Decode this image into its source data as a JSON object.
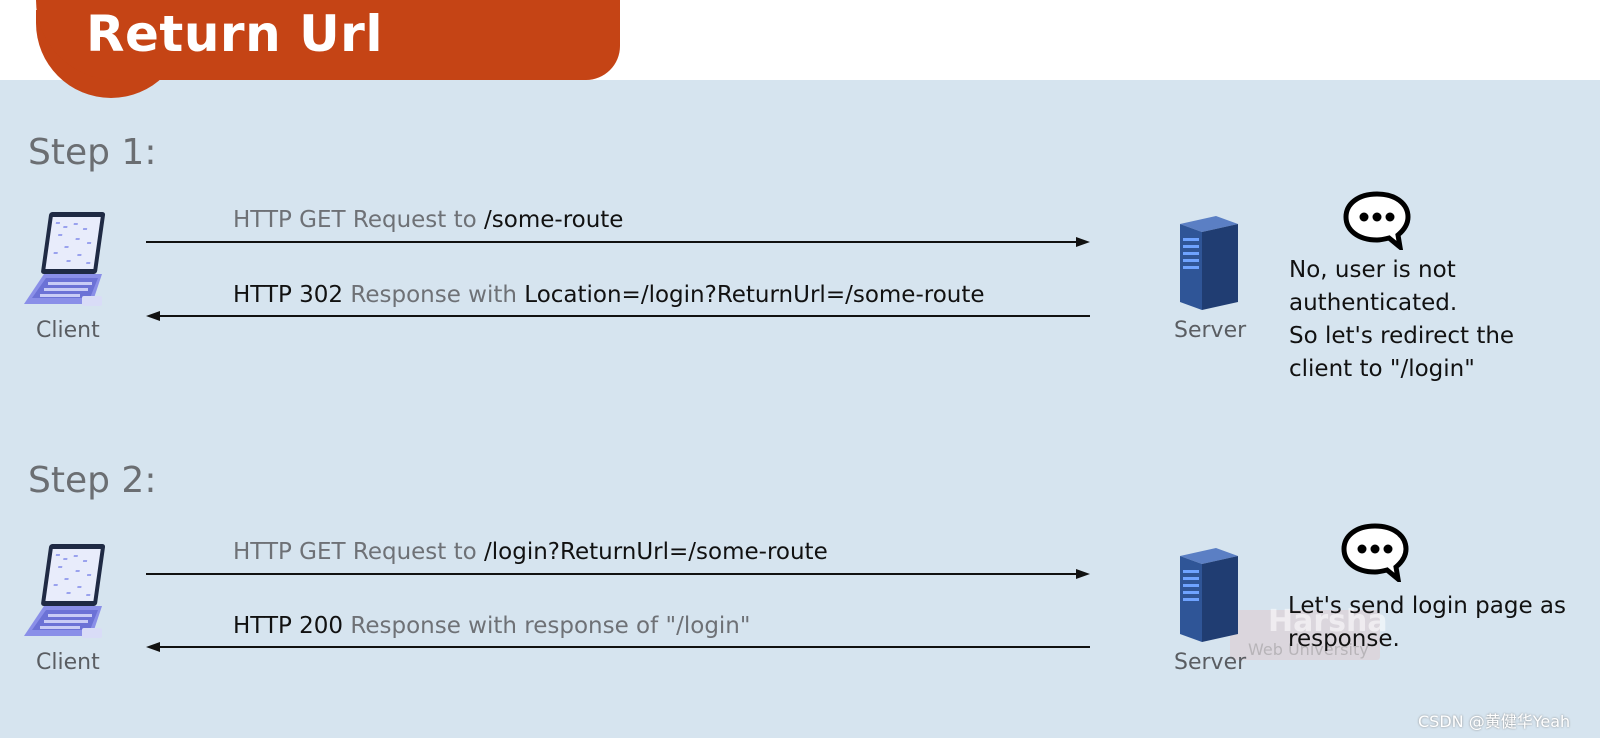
{
  "title": "Return Url",
  "steps": [
    {
      "heading": "Step 1:",
      "client_label": "Client",
      "server_label": "Server",
      "request": {
        "prefix": "HTTP GET Request to",
        "target": "/some-route"
      },
      "response": {
        "status": "HTTP 302",
        "middle": "Response with",
        "detail": "Location=/login?ReturnUrl=/some-route"
      },
      "note_lines": [
        "No, user is not",
        "authenticated.",
        "So let's redirect the",
        "client to \"/login\""
      ]
    },
    {
      "heading": "Step 2:",
      "client_label": "Client",
      "server_label": "Server",
      "request": {
        "prefix": "HTTP GET Request to",
        "target": "/login?ReturnUrl=/some-route"
      },
      "response": {
        "status": "HTTP 200",
        "middle": "Response with response of \"/login\"",
        "detail": ""
      },
      "note_lines": [
        "Let's send login page as",
        "response."
      ]
    }
  ],
  "watermark": {
    "brand": "Harsha",
    "sub": "Web University"
  },
  "credit": "CSDN @黄健华Yeah",
  "colors": {
    "title_bg": "#c54415",
    "slide_bg": "#d6e4ef",
    "server_blue": "#2f5597",
    "laptop_purple": "#8a8fe8"
  },
  "icons": [
    "laptop-icon",
    "server-icon",
    "speech-bubble-icon",
    "arrow-right-icon",
    "arrow-left-icon"
  ]
}
